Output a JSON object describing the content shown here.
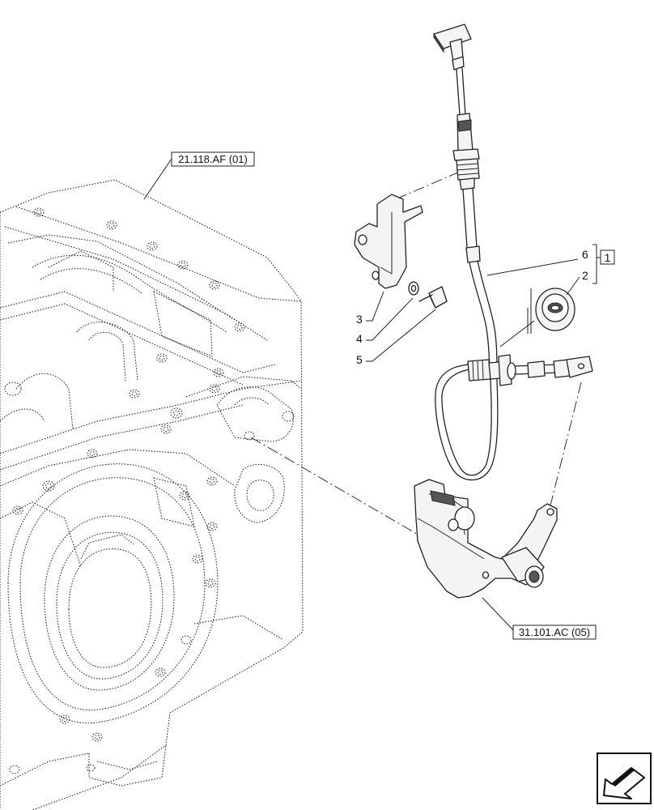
{
  "references": {
    "housing": "21.118.AF (01)",
    "linkage": "31.101.AC (05)"
  },
  "callouts": {
    "cable": "6",
    "grommet": "2",
    "bracket": "3",
    "washer": "4",
    "bolt": "5",
    "kit_box": "1"
  },
  "icons": {
    "nav": "next-page-arrow-icon"
  }
}
